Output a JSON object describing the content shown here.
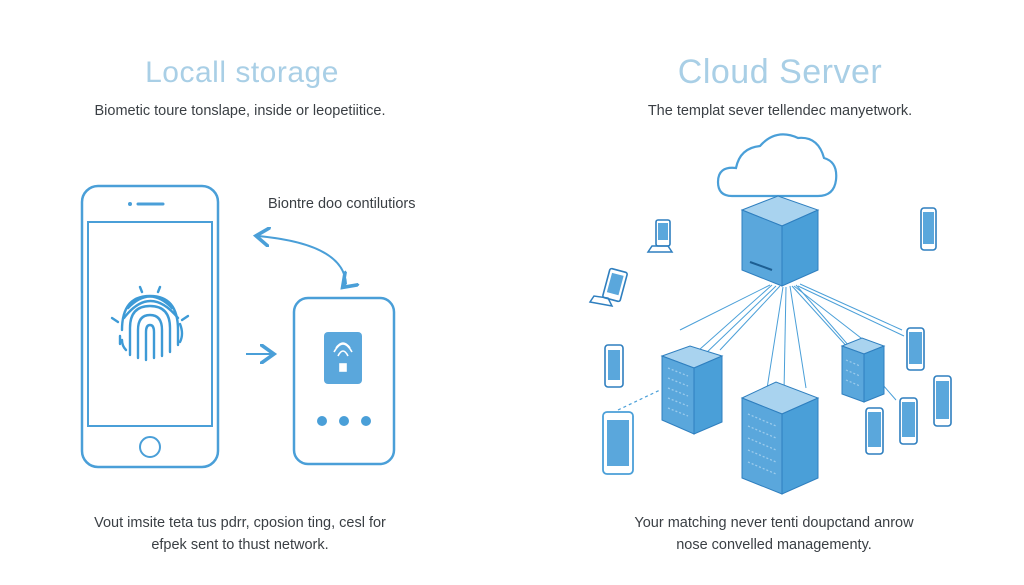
{
  "local": {
    "title": "Locall storage",
    "subtitle": "Biometic toure tonslape, inside or leopetiitice.",
    "connector_label": "Biontre doo contilutiors",
    "caption_line1": "Vout imsite teta tus pdrr, cposion ting, cesl for",
    "caption_line2": "efpek sent to thust network."
  },
  "cloud": {
    "title": "Cloud Server",
    "subtitle": "The templat sever tellendec manyetwork.",
    "caption_line1": "Your matching never tenti doupctand anrow",
    "caption_line2": "nose convelled managementy."
  },
  "colors": {
    "accent": "#4a9fd8",
    "accent_dark": "#2f7fbf",
    "server_fill": "#5aa7dc",
    "title_color": "#a9cfe6",
    "text": "#3a3f44"
  },
  "icons": [
    "fingerprint-icon",
    "lock-icon",
    "cloud-icon",
    "server-icon",
    "phone-icon",
    "arrow-icon"
  ]
}
